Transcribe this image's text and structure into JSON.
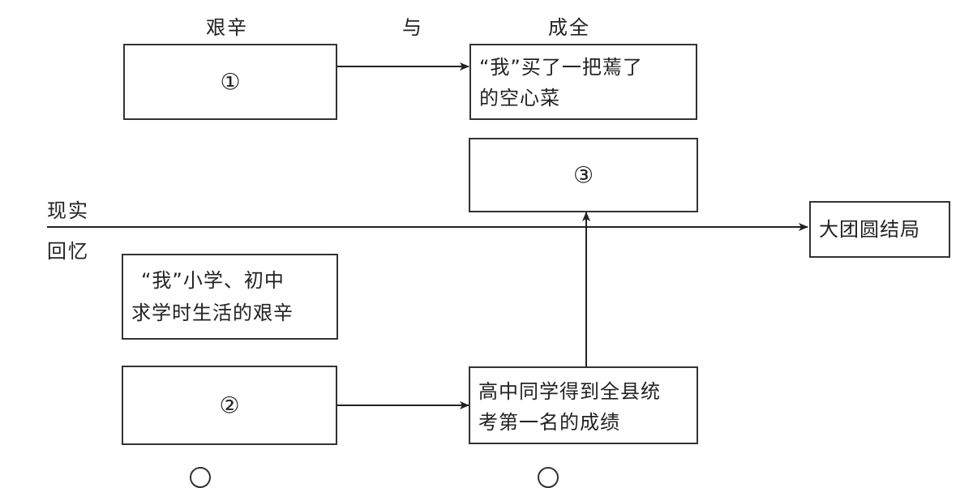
{
  "header": {
    "left": "艰辛",
    "middle": "与",
    "right": "成全"
  },
  "timeline": {
    "above_label": "现实",
    "below_label": "回忆"
  },
  "boxes": {
    "blank1": "①",
    "reality_top": "“我”买了一把蔫了的空心菜",
    "reality_top_line1": "“我”买了一把蔫了",
    "reality_top_line2": "的空心菜",
    "blank3": "③",
    "ending": "大团圆结局",
    "memory_school_line1": "“我”小学、初中",
    "memory_school_line2": "求学时生活的艰辛",
    "blank2": "②",
    "highschool_line1": "高中同学得到全县统",
    "highschool_line2": "考第一名的成绩"
  }
}
